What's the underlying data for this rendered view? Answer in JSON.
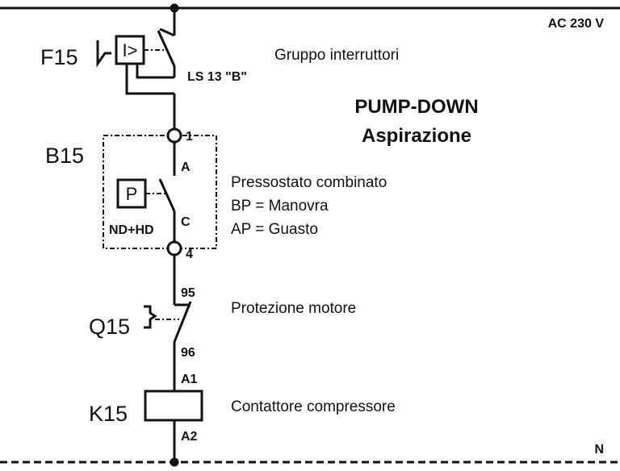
{
  "supply": {
    "label": "AC 230 V"
  },
  "neutral": {
    "label": "N"
  },
  "title": {
    "line1": "PUMP-DOWN",
    "line2": "Aspirazione"
  },
  "f15": {
    "ref": "F15",
    "symbol": "I>",
    "description": "Gruppo interruttori",
    "type": "LS 13 \"B\""
  },
  "b15": {
    "ref": "B15",
    "symbol": "P",
    "terminal_top": "1",
    "terminal_bottom": "4",
    "contact_a": "A",
    "contact_c": "C",
    "variant": "ND+HD",
    "description_lines": [
      "Pressostato combinato",
      "BP = Manovra",
      "AP = Guasto"
    ]
  },
  "q15": {
    "ref": "Q15",
    "terminal_top": "95",
    "terminal_bottom": "96",
    "description": "Protezione motore"
  },
  "k15": {
    "ref": "K15",
    "terminal_top": "A1",
    "terminal_bottom": "A2",
    "description": "Contattore compressore"
  }
}
